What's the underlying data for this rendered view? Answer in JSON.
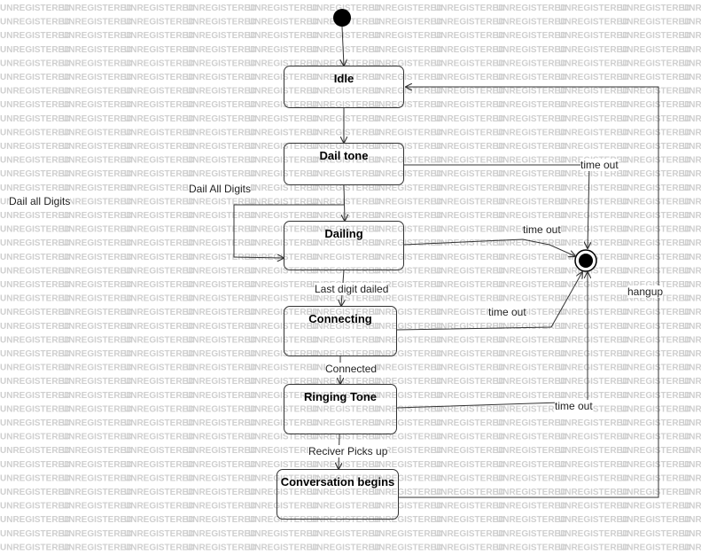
{
  "watermark": {
    "text": "UNREGISTERED",
    "color": "#cfcfcf"
  },
  "states": {
    "idle": "Idle",
    "dail_tone": "Dail tone",
    "dailing": "Dailing",
    "connecting": "Connecting",
    "ringing_tone": "Ringing Tone",
    "conversation": "Conversation begins"
  },
  "transitions": {
    "dail_all_digits_outer": "Dail all Digits",
    "dail_all_digits_loop": "Dail All Digits",
    "last_digit_dailed": "Last digit dailed",
    "connected": "Connected",
    "reciver_picks_up": "Reciver Picks up",
    "timeout_dail_tone": "time out",
    "timeout_dailing": "time out",
    "timeout_connecting": "time out",
    "timeout_ringing": "time out",
    "hangup": "hangup"
  },
  "colors": {
    "line": "#333333",
    "node": "#000000"
  }
}
